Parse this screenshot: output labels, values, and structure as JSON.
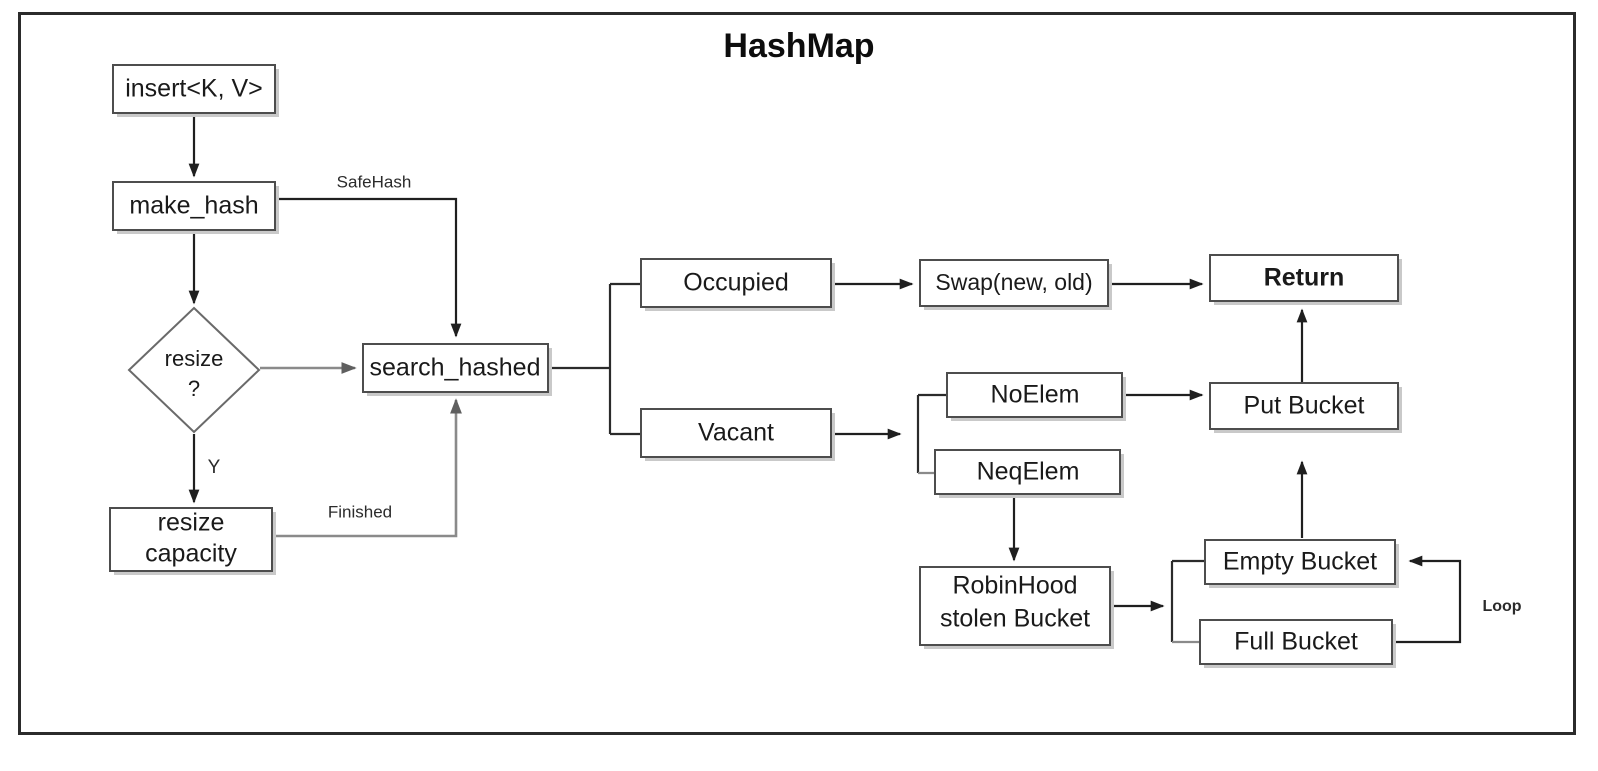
{
  "title": "HashMap",
  "frame": {
    "border_color": "#2b2b2b",
    "background": "#ffffff"
  },
  "nodes": {
    "insert": {
      "label": "insert<K, V>",
      "shape": "rect"
    },
    "make_hash": {
      "label": "make_hash",
      "shape": "rect"
    },
    "resize_q": {
      "label_line1": "resize",
      "label_line2": "?",
      "shape": "diamond"
    },
    "resize_capacity": {
      "label_line1": "resize",
      "label_line2": "capacity",
      "shape": "rect"
    },
    "search_hashed": {
      "label": "search_hashed",
      "shape": "rect"
    },
    "occupied": {
      "label": "Occupied",
      "shape": "rect"
    },
    "vacant": {
      "label": "Vacant",
      "shape": "rect"
    },
    "swap": {
      "label": "Swap(new, old)",
      "shape": "rect"
    },
    "return": {
      "label": "Return",
      "shape": "rect",
      "bold": true
    },
    "noelem": {
      "label": "NoElem",
      "shape": "rect"
    },
    "neqelem": {
      "label": "NeqElem",
      "shape": "rect"
    },
    "put_bucket": {
      "label": "Put Bucket",
      "shape": "rect"
    },
    "robinhood": {
      "label_line1": "RobinHood",
      "label_line2": "stolen Bucket",
      "shape": "rect"
    },
    "empty_bucket": {
      "label": "Empty Bucket",
      "shape": "rect"
    },
    "full_bucket": {
      "label": "Full Bucket",
      "shape": "rect"
    }
  },
  "edge_labels": {
    "safe_hash": "SafeHash",
    "finished": "Finished",
    "yes": "Y",
    "loop": "Loop"
  },
  "colors": {
    "box_stroke": "#4d4d4d",
    "box_shadow": "#c9c9c9",
    "connector_dark": "#1f1f1f",
    "connector_grey": "#8a8a8a",
    "text": "#1a1a1a"
  }
}
